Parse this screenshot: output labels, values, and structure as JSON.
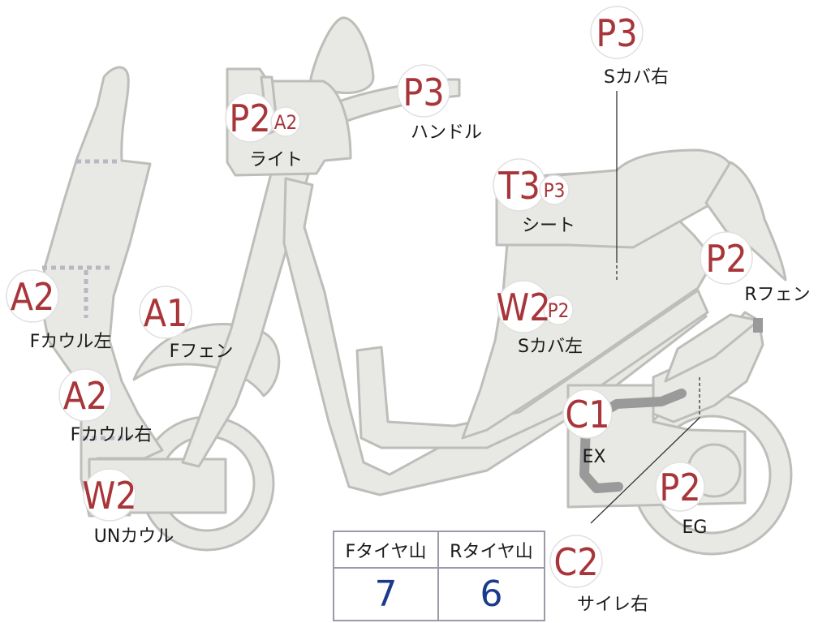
{
  "parts": [
    {
      "id": "light",
      "grade": "P2",
      "sub": "A2",
      "label": "ライト"
    },
    {
      "id": "handle",
      "grade": "P3",
      "label": "ハンドル"
    },
    {
      "id": "s-cover-right",
      "grade": "P3",
      "label": "Sカバ右"
    },
    {
      "id": "seat",
      "grade": "T3",
      "sub": "P3",
      "label": "シート"
    },
    {
      "id": "r-fender",
      "grade": "P2",
      "label": "Rフェン"
    },
    {
      "id": "f-cowl-left",
      "grade": "A2",
      "label": "Fカウル左"
    },
    {
      "id": "f-fender",
      "grade": "A1",
      "label": "Fフェン"
    },
    {
      "id": "s-cover-left",
      "grade": "W2",
      "sub": "P2",
      "label": "Sカバ左"
    },
    {
      "id": "f-cowl-right",
      "grade": "A2",
      "label": "Fカウル右"
    },
    {
      "id": "ex",
      "grade": "C1",
      "label": "EX"
    },
    {
      "id": "eg",
      "grade": "P2",
      "label": "EG"
    },
    {
      "id": "un-cowl",
      "grade": "W2",
      "label": "UNカウル"
    },
    {
      "id": "silencer-right",
      "grade": "C2",
      "label": "サイレ右"
    }
  ],
  "tire_table": {
    "front_header": "Fタイヤ山",
    "rear_header": "Rタイヤ山",
    "front_value": "7",
    "rear_value": "6"
  }
}
